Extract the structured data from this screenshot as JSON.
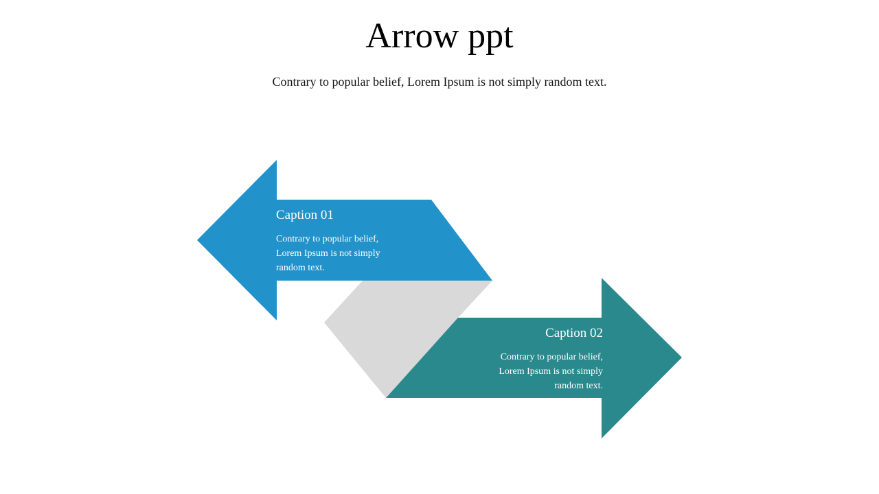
{
  "slide": {
    "title": "Arrow ppt",
    "subtitle": "Contrary to popular belief, Lorem Ipsum is not simply random text."
  },
  "arrows": [
    {
      "caption": "Caption 01",
      "body_lines": [
        "Contrary to popular belief,",
        "Lorem Ipsum is not simply",
        "random text."
      ],
      "direction": "left",
      "color": "#2292CB"
    },
    {
      "caption": "Caption 02",
      "body_lines": [
        "Contrary to popular belief,",
        "Lorem Ipsum is not simply",
        "random text."
      ],
      "direction": "right",
      "color": "#2A898D"
    }
  ],
  "connector": {
    "color": "#D9D9D9"
  }
}
